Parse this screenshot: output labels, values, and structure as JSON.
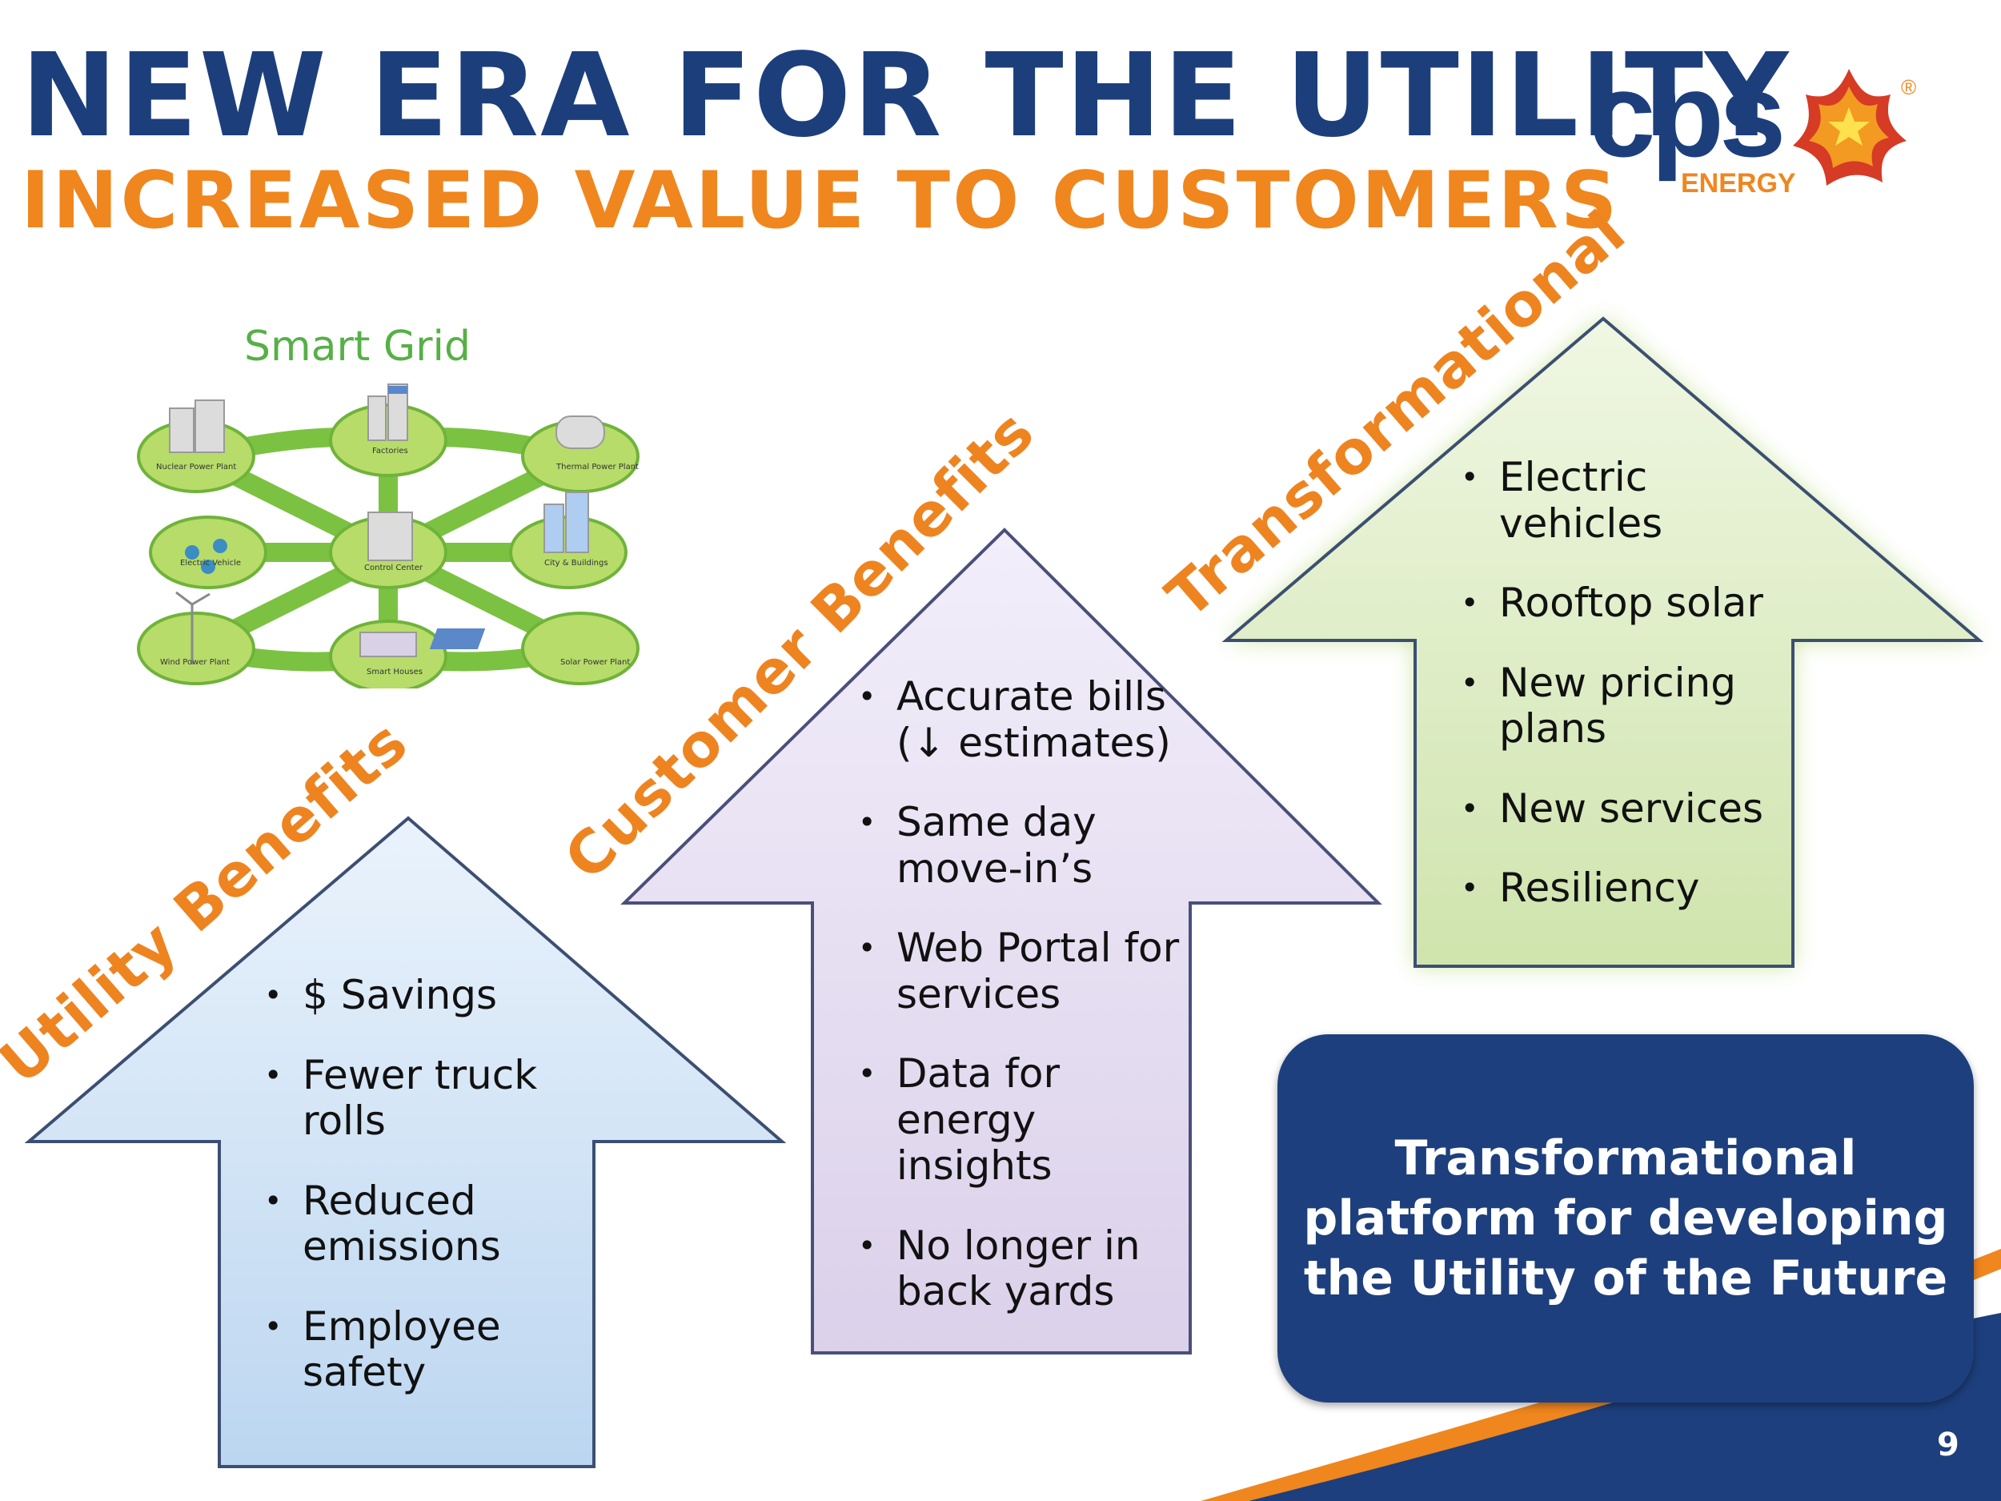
{
  "header": {
    "title": "NEW ERA FOR THE UTILITY",
    "subtitle": "INCREASED VALUE TO CUSTOMERS"
  },
  "logo": {
    "brand": "cps",
    "brand_sub": "ENERGY",
    "registered": "®",
    "icon": "star-flower-icon"
  },
  "illustration": {
    "title": "Smart Grid",
    "nodes": [
      "Nuclear Power Plant",
      "Factories",
      "Thermal Power Plant",
      "Electric Vehicle",
      "Control Center",
      "City & Buildings",
      "Wind Power Plant",
      "Smart Houses",
      "Solar Power Plant"
    ]
  },
  "arrows": {
    "utility": {
      "label": "Utility Benefits",
      "bullets": [
        "$ Savings",
        "Fewer truck rolls",
        "Reduced emissions",
        "Employee safety"
      ]
    },
    "customer": {
      "label": "Customer Benefits",
      "bullets": [
        "Accurate bills (↓ estimates)",
        "Same day move-in’s",
        "Web Portal for services",
        "Data for energy insights",
        "No longer in back yards"
      ]
    },
    "transformational": {
      "label": "Transformational",
      "bullets": [
        "Electric vehicles",
        "Rooftop solar",
        "New pricing plans",
        "New services",
        "Resiliency"
      ]
    }
  },
  "callout": {
    "text": "Transformational platform for developing the Utility of the Future"
  },
  "footer": {
    "page_number": "9"
  },
  "colors": {
    "navy": "#1c3f7c",
    "orange": "#f0861e",
    "utility_arrow": "#cfe3f6",
    "customer_arrow": "#e6dff1",
    "transformational_arrow": "#dcecc2"
  }
}
